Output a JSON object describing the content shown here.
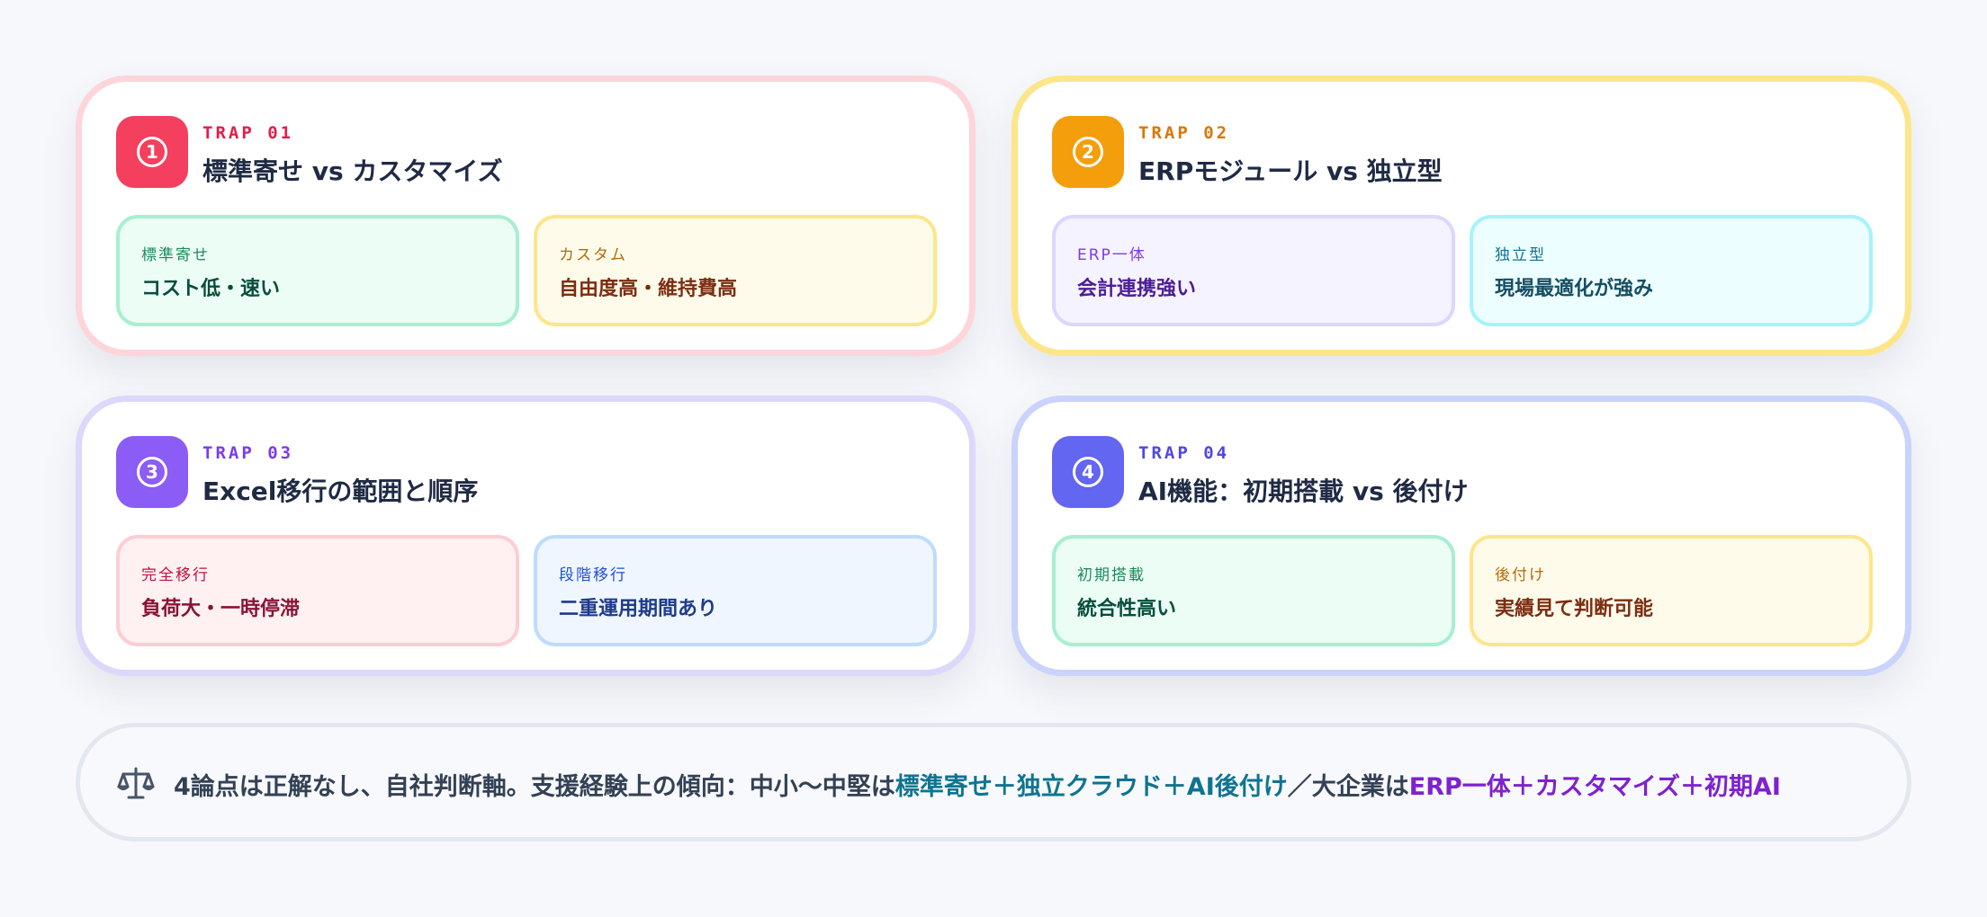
{
  "cards": [
    {
      "number": "1",
      "trap": "TRAP 01",
      "title": "標準寄せ vs カスタマイズ",
      "accent": "#f43f5e",
      "options": [
        {
          "label": "標準寄せ",
          "value": "コスト低・速い"
        },
        {
          "label": "カスタム",
          "value": "自由度高・維持費高"
        }
      ]
    },
    {
      "number": "2",
      "trap": "TRAP 02",
      "title": "ERPモジュール vs 独立型",
      "accent": "#f59e0b",
      "options": [
        {
          "label": "ERP一体",
          "value": "会計連携強い"
        },
        {
          "label": "独立型",
          "value": "現場最適化が強み"
        }
      ]
    },
    {
      "number": "3",
      "trap": "TRAP 03",
      "title": "Excel移行の範囲と順序",
      "accent": "#8b5cf6",
      "options": [
        {
          "label": "完全移行",
          "value": "負荷大・一時停滞"
        },
        {
          "label": "段階移行",
          "value": "二重運用期間あり"
        }
      ]
    },
    {
      "number": "4",
      "trap": "TRAP 04",
      "title": "AI機能：初期搭載 vs 後付け",
      "accent": "#6366f1",
      "options": [
        {
          "label": "初期搭載",
          "value": "統合性高い"
        },
        {
          "label": "後付け",
          "value": "実績見て判断可能"
        }
      ]
    }
  ],
  "summary": {
    "icon": "scale-icon",
    "lead": "4論点は正解なし、自社判断軸。支援経験上の傾向：中小〜中堅は",
    "sme": "標準寄せ＋独立クラウド＋AI後付け",
    "sep": "／大企業は",
    "enterprise": "ERP一体＋カスタマイズ＋初期AI"
  }
}
